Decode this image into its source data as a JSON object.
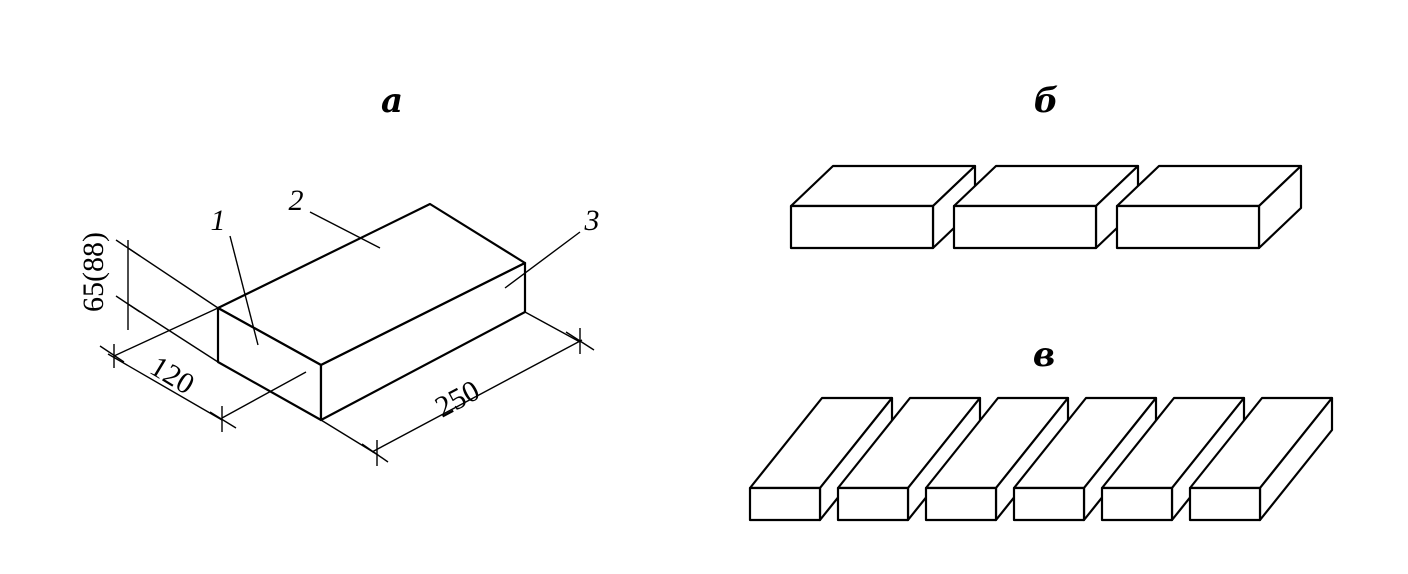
{
  "panels": {
    "a": "а",
    "b": "б",
    "c": "в"
  },
  "callouts": {
    "face_1": "1",
    "face_2": "2",
    "face_3": "3"
  },
  "dimensions": {
    "height": "65(88)",
    "width": "120",
    "length": "250"
  },
  "layouts": {
    "b_brick_count": 3,
    "c_brick_count": 6
  }
}
